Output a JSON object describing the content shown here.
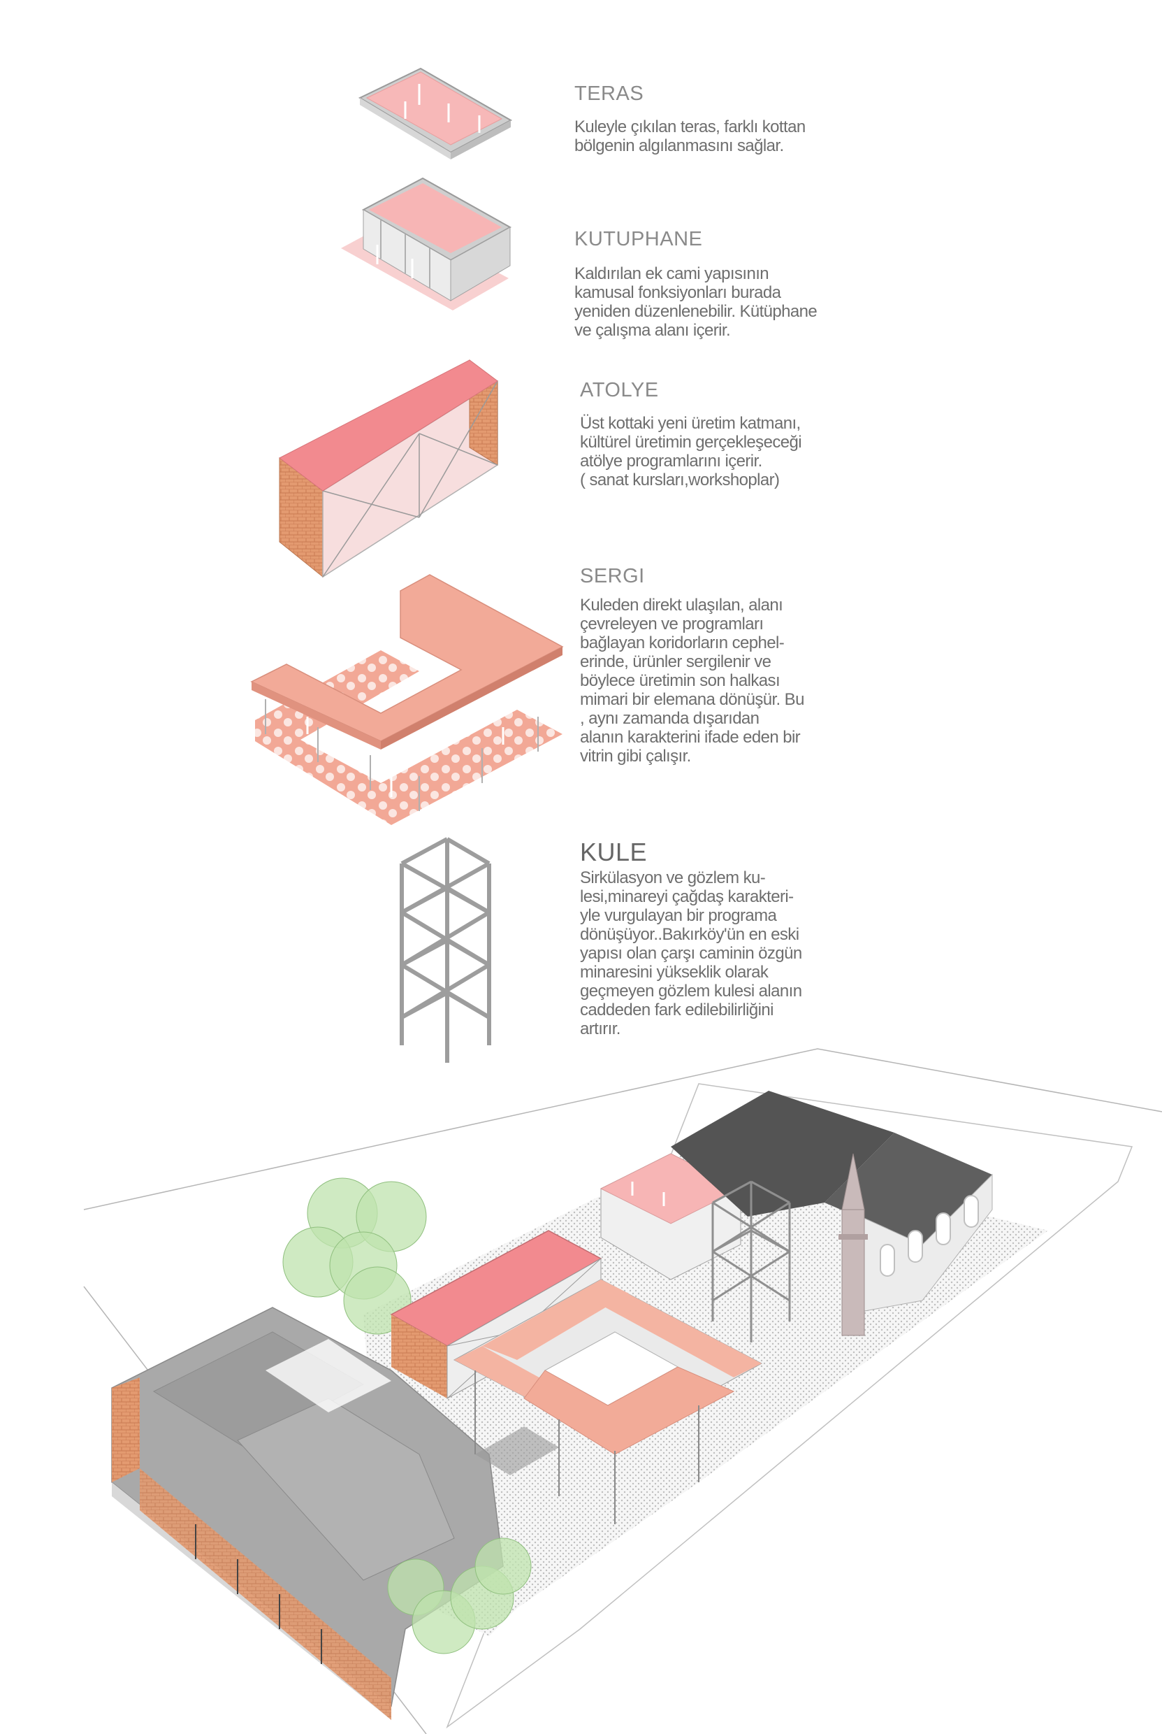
{
  "layers": [
    {
      "title": "TERAS",
      "desc": "Kuleyle çıkılan teras, farklı kottan\nbölgenin algılanmasını sağlar."
    },
    {
      "title": "KUTUPHANE",
      "desc": "Kaldırılan ek cami yapısının\nkamusal fonksiyonları burada\nyeniden düzenlenebilir. Kütüphane\nve çalışma alanı içerir."
    },
    {
      "title": "ATOLYE",
      "desc": "Üst kottaki yeni üretim katmanı,\nkültürel üretimin gerçekleşeceği\natölye programlarını içerir.\n( sanat kursları,workshoplar)"
    },
    {
      "title": "SERGI",
      "desc": "Kuleden direkt ulaşılan, alanı\nçevreleyen ve programları\nbağlayan  koridorların cephel-\nerinde, ürünler sergilenir ve\nböylece üretimin son halkası\nmimari bir elemana dönüşür. Bu\n, aynı zamanda dışarıdan\nalanın karakterini ifade eden bir\nvitrin gibi çalışır."
    },
    {
      "title": "KULE",
      "desc": "Sirkülasyon ve gözlem ku-\nlesi,minareyi çağdaş karakteri-\nyle vurgulayan bir programa\ndönüşüyor..Bakırköy'ün en eski\nyapısı olan çarşı caminin özgün\nminaresini yükseklik olarak\ngeçmeyen gözlem kulesi alanın\ncaddeden fark edilebilirliğini\nartırır."
    }
  ],
  "colors": {
    "roof_pink": "#f6b3b3",
    "floor_salmon": "#f3a996",
    "roof_red": "#f28a8f",
    "brick": "#e2946a",
    "mosque_dark": "#555555",
    "building_gray": "#a8a8a8",
    "tree_green": "#bfe3ae",
    "line_gray": "#8c8c8c"
  }
}
